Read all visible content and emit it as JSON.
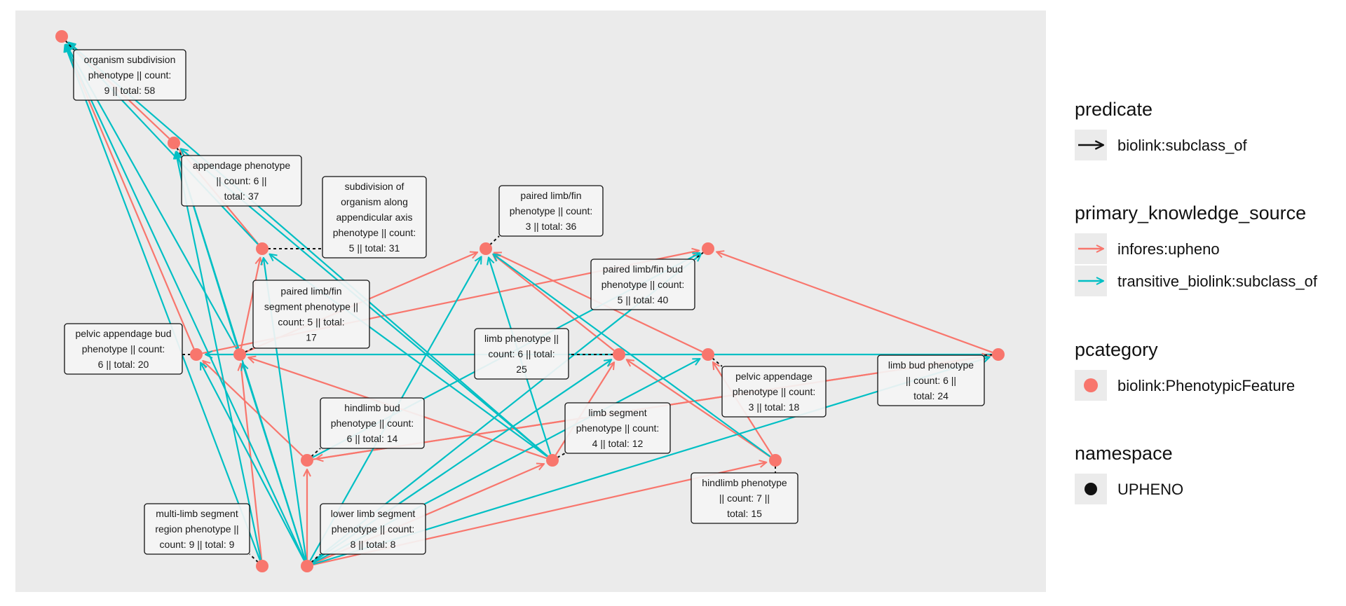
{
  "colors": {
    "panel_bg": "#ebebeb",
    "upheno": "#f8766d",
    "transitive": "#00bfc4",
    "node": "#f8766d",
    "label_bg": "#f4f4f4",
    "label_border": "#111111",
    "key_bg": "#ebebeb"
  },
  "nodes": [
    {
      "id": "organism_subdivision",
      "label": [
        "organism subdivision",
        "phenotype || count:",
        "9 || total: 58"
      ]
    },
    {
      "id": "appendage",
      "label": [
        "appendage phenotype",
        "|| count: 6 ||",
        "total: 37"
      ]
    },
    {
      "id": "subdivision_axis",
      "label": [
        "subdivision of",
        "organism along",
        "appendicular axis",
        "phenotype || count:",
        "5 || total: 31"
      ]
    },
    {
      "id": "paired_limb_fin",
      "label": [
        "paired limb/fin",
        "phenotype || count:",
        "3 || total: 36"
      ]
    },
    {
      "id": "paired_limb_fin_bud",
      "label": [
        "paired limb/fin bud",
        "phenotype || count:",
        "5 || total: 40"
      ]
    },
    {
      "id": "paired_limb_fin_segment",
      "label": [
        "paired limb/fin",
        "segment phenotype ||",
        "count: 5 || total:",
        "17"
      ]
    },
    {
      "id": "pelvic_appendage_bud",
      "label": [
        "pelvic appendage bud",
        "phenotype || count:",
        "6 || total: 20"
      ]
    },
    {
      "id": "limb",
      "label": [
        "limb phenotype ||",
        "count: 6 || total:",
        "25"
      ]
    },
    {
      "id": "pelvic_appendage",
      "label": [
        "pelvic appendage",
        "phenotype || count:",
        "3 || total: 18"
      ]
    },
    {
      "id": "limb_bud",
      "label": [
        "limb bud phenotype",
        "|| count: 6 ||",
        "total: 24"
      ]
    },
    {
      "id": "hindlimb_bud",
      "label": [
        "hindlimb bud",
        "phenotype || count:",
        "6 || total: 14"
      ]
    },
    {
      "id": "limb_segment",
      "label": [
        "limb segment",
        "phenotype || count:",
        "4 || total: 12"
      ]
    },
    {
      "id": "hindlimb",
      "label": [
        "hindlimb phenotype",
        "|| count: 7 ||",
        "total: 15"
      ]
    },
    {
      "id": "multi_limb_segment",
      "label": [
        "multi-limb segment",
        "region phenotype ||",
        "count: 9 || total: 9"
      ]
    },
    {
      "id": "lower_limb_segment",
      "label": [
        "lower limb segment",
        "phenotype || count:",
        "8 || total: 8"
      ]
    }
  ],
  "edges": [
    {
      "from": "appendage",
      "to": "organism_subdivision",
      "source": "upheno"
    },
    {
      "from": "subdivision_axis",
      "to": "appendage",
      "source": "upheno"
    },
    {
      "from": "subdivision_axis",
      "to": "organism_subdivision",
      "source": "transitive"
    },
    {
      "from": "paired_limb_fin_segment",
      "to": "subdivision_axis",
      "source": "upheno"
    },
    {
      "from": "paired_limb_fin_segment",
      "to": "paired_limb_fin",
      "source": "upheno"
    },
    {
      "from": "paired_limb_fin_segment",
      "to": "organism_subdivision",
      "source": "transitive"
    },
    {
      "from": "paired_limb_fin_segment",
      "to": "appendage",
      "source": "transitive"
    },
    {
      "from": "pelvic_appendage_bud",
      "to": "organism_subdivision",
      "source": "upheno"
    },
    {
      "from": "pelvic_appendage_bud",
      "to": "paired_limb_fin_bud",
      "source": "upheno"
    },
    {
      "from": "limb",
      "to": "paired_limb_fin",
      "source": "upheno"
    },
    {
      "from": "pelvic_appendage",
      "to": "paired_limb_fin",
      "source": "upheno"
    },
    {
      "from": "limb_bud",
      "to": "paired_limb_fin_bud",
      "source": "upheno"
    },
    {
      "from": "limb_bud",
      "to": "hindlimb_bud",
      "source": "upheno"
    },
    {
      "from": "limb_bud",
      "to": "pelvic_appendage_bud",
      "source": "transitive"
    },
    {
      "from": "hindlimb_bud",
      "to": "pelvic_appendage_bud",
      "source": "upheno"
    },
    {
      "from": "hindlimb_bud",
      "to": "limb_bud",
      "source": "upheno"
    },
    {
      "from": "hindlimb_bud",
      "to": "paired_limb_fin_bud",
      "source": "transitive"
    },
    {
      "from": "limb_segment",
      "to": "paired_limb_fin_segment",
      "source": "upheno"
    },
    {
      "from": "limb_segment",
      "to": "limb",
      "source": "upheno"
    },
    {
      "from": "limb_segment",
      "to": "organism_subdivision",
      "source": "transitive"
    },
    {
      "from": "limb_segment",
      "to": "appendage",
      "source": "transitive"
    },
    {
      "from": "limb_segment",
      "to": "subdivision_axis",
      "source": "transitive"
    },
    {
      "from": "limb_segment",
      "to": "paired_limb_fin",
      "source": "transitive"
    },
    {
      "from": "hindlimb",
      "to": "limb",
      "source": "upheno"
    },
    {
      "from": "hindlimb",
      "to": "pelvic_appendage",
      "source": "upheno"
    },
    {
      "from": "hindlimb",
      "to": "paired_limb_fin",
      "source": "transitive"
    },
    {
      "from": "multi_limb_segment",
      "to": "paired_limb_fin_segment",
      "source": "upheno"
    },
    {
      "from": "multi_limb_segment",
      "to": "organism_subdivision",
      "source": "transitive"
    },
    {
      "from": "multi_limb_segment",
      "to": "appendage",
      "source": "transitive"
    },
    {
      "from": "lower_limb_segment",
      "to": "hindlimb_bud",
      "source": "upheno"
    },
    {
      "from": "lower_limb_segment",
      "to": "limb_segment",
      "source": "upheno"
    },
    {
      "from": "lower_limb_segment",
      "to": "hindlimb",
      "source": "upheno"
    },
    {
      "from": "lower_limb_segment",
      "to": "organism_subdivision",
      "source": "transitive"
    },
    {
      "from": "lower_limb_segment",
      "to": "appendage",
      "source": "transitive"
    },
    {
      "from": "lower_limb_segment",
      "to": "subdivision_axis",
      "source": "transitive"
    },
    {
      "from": "lower_limb_segment",
      "to": "paired_limb_fin",
      "source": "transitive"
    },
    {
      "from": "lower_limb_segment",
      "to": "paired_limb_fin_segment",
      "source": "transitive"
    },
    {
      "from": "lower_limb_segment",
      "to": "pelvic_appendage_bud",
      "source": "transitive"
    },
    {
      "from": "lower_limb_segment",
      "to": "limb",
      "source": "transitive"
    },
    {
      "from": "lower_limb_segment",
      "to": "pelvic_appendage",
      "source": "transitive"
    },
    {
      "from": "lower_limb_segment",
      "to": "paired_limb_fin_bud",
      "source": "transitive"
    },
    {
      "from": "lower_limb_segment",
      "to": "limb_bud",
      "source": "transitive"
    }
  ],
  "legend": {
    "predicate": {
      "title": "predicate",
      "items": [
        {
          "label": "biolink:subclass_of"
        }
      ]
    },
    "primary_knowledge_source": {
      "title": "primary_knowledge_source",
      "items": [
        {
          "label": "infores:upheno"
        },
        {
          "label": "transitive_biolink:subclass_of"
        }
      ]
    },
    "pcategory": {
      "title": "pcategory",
      "items": [
        {
          "label": "biolink:PhenotypicFeature"
        }
      ]
    },
    "namespace": {
      "title": "namespace",
      "items": [
        {
          "label": "UPHENO"
        }
      ]
    }
  }
}
